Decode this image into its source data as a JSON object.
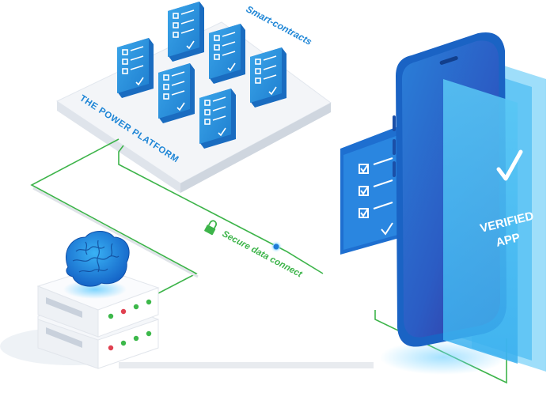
{
  "labels": {
    "smart_contracts": "Smart-contracts",
    "platform": "THE POWER PLATFORM",
    "secure": "Secure data connect",
    "verified_line1": "VERIFIED",
    "verified_line2": "APP"
  },
  "colors": {
    "brand_blue": "#1f86d6",
    "deep_blue": "#1a4fa8",
    "light_blue": "#35b6f0",
    "connector_green": "#3db44a",
    "led_red": "#e04050",
    "led_green": "#3cb84a",
    "platform_top": "#f3f5f8"
  },
  "icons": [
    "document-checklist-icon",
    "brain-icon",
    "lock-icon",
    "checkmark-icon",
    "server-icon",
    "smartphone-icon"
  ]
}
